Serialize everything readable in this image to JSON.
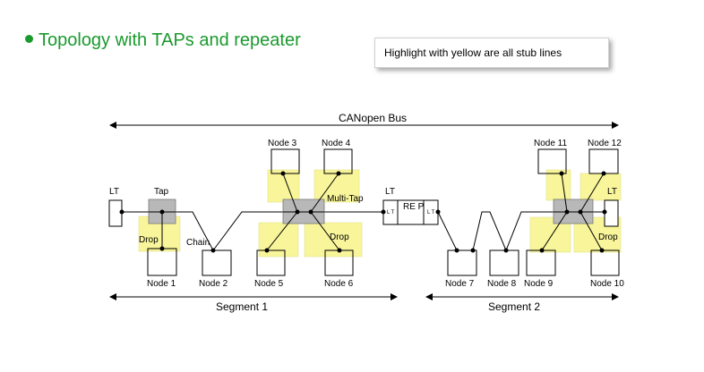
{
  "title": "Topology with TAPs and repeater",
  "note": "Highlight with yellow are all stub lines",
  "diagram": {
    "bus_label": "CANopen Bus",
    "segment1_label": "Segment 1",
    "segment2_label": "Segment 2",
    "labels": {
      "lt_left": "LT",
      "tap": "Tap",
      "drop1": "Drop",
      "chain": "Chain",
      "multitap": "Multi-Tap",
      "drop2": "Drop",
      "lt_mid": "LT",
      "rep": "RE P",
      "lt_right": "LT",
      "drop3": "Drop",
      "small_lt": "L T"
    },
    "nodes": {
      "n1": "Node 1",
      "n2": "Node 2",
      "n3": "Node 3",
      "n4": "Node 4",
      "n5": "Node 5",
      "n6": "Node 6",
      "n7": "Node 7",
      "n8": "Node 8",
      "n9": "Node 9",
      "n10": "Node 10",
      "n11": "Node 11",
      "n12": "Node 12"
    }
  },
  "colors": {
    "title": "#1a9a2e",
    "stub_highlight": "#f8f59a",
    "tap_box": "#b8b8b8"
  }
}
